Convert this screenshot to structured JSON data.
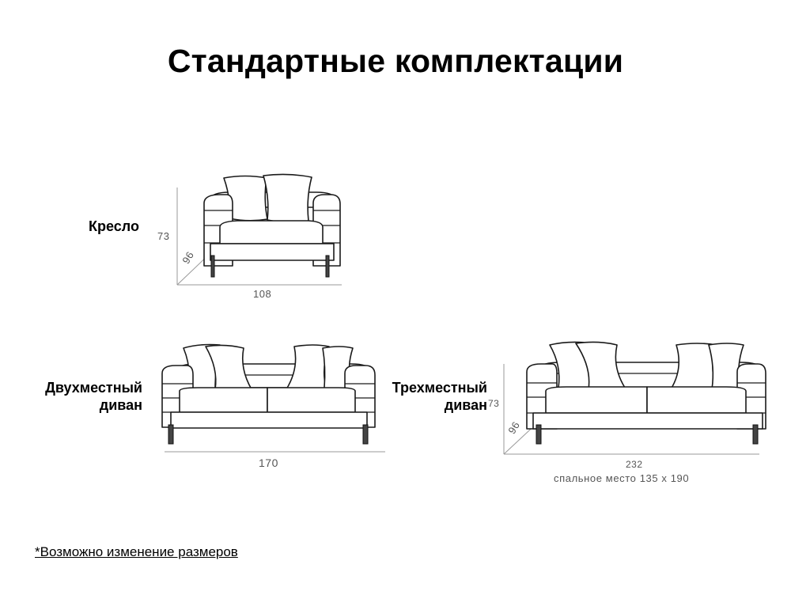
{
  "title": "Стандартные комплектации",
  "armchair": {
    "label": "Кресло",
    "height": "73",
    "depth": "96",
    "width": "108"
  },
  "two_seater": {
    "label_line1": "Двухместный",
    "label_line2": "диван",
    "width": "170"
  },
  "three_seater": {
    "label_line1": "Трехместный",
    "label_line2": "диван",
    "height": "73",
    "depth": "96",
    "width": "232",
    "sleeping_place": "спальное место 135 х 190"
  },
  "footnote": "*Возможно изменение размеров"
}
